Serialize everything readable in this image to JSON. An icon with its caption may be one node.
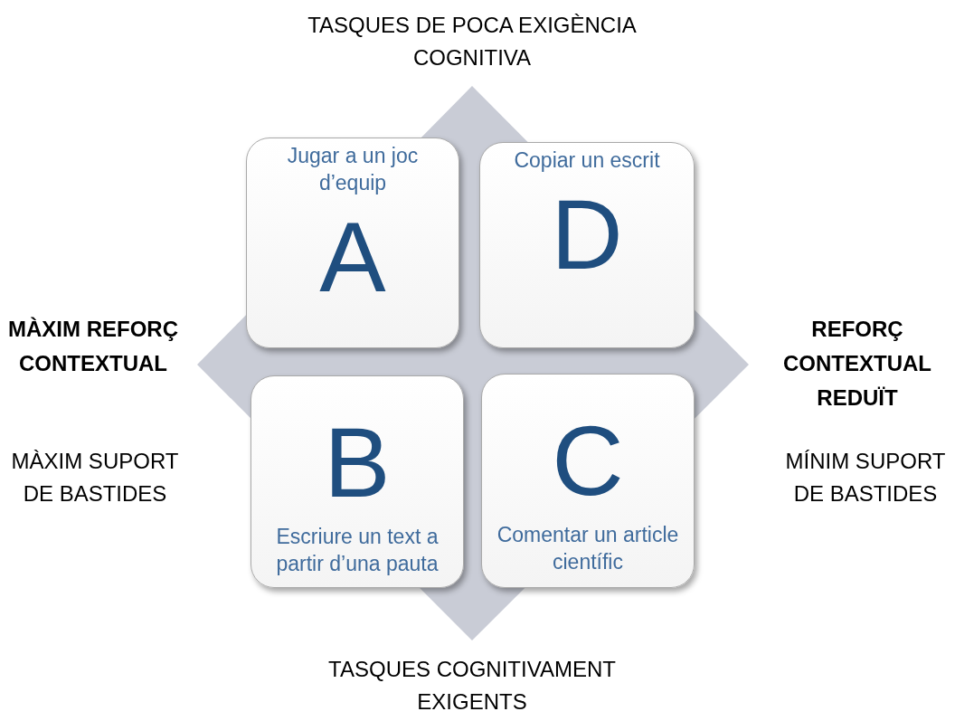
{
  "diagram": {
    "nodes": [
      {
        "text": [
          "Jugar a un joc d’equip",
          "A"
        ]
      },
      {
        "text": [
          "Copiar un escrit",
          "D"
        ]
      },
      {
        "text": [
          "B",
          "Escriure un text a partir d’una pauta"
        ]
      },
      {
        "text": [
          "C",
          "Comentar un article científic"
        ]
      }
    ],
    "labels": [
      "TASQUES DE POCA EXIGÈNCIA COGNITIVA",
      "MÀXIM REFORÇ CONTEXTUAL",
      "MÀXIM SUPORT DE BASTIDES",
      "REFORÇ CONTEXTUAL REDUÏT",
      "MÍNIM SUPORT DE BASTIDES",
      "TASQUES COGNITIVAMENT EXIGENTS"
    ]
  }
}
